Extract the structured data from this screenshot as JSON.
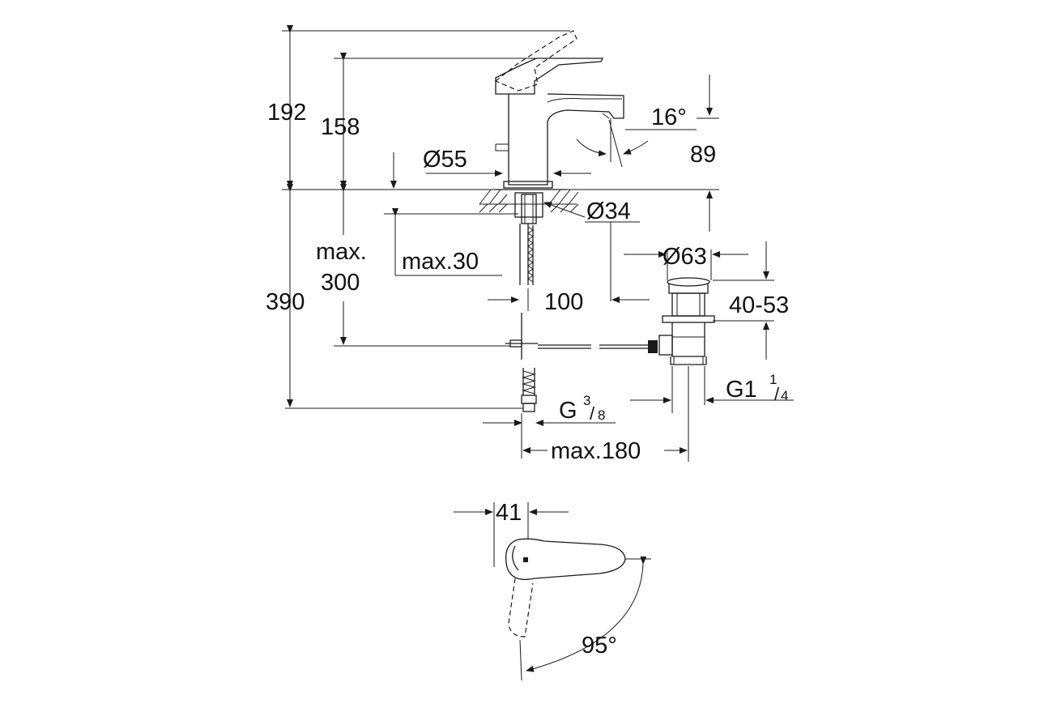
{
  "dimensions": {
    "total_height": "192",
    "spout_height": "158",
    "spout_angle": "16°",
    "spout_reach": "89",
    "base_diameter": "Ø55",
    "hole_diameter": "Ø34",
    "max_label": "max.",
    "max_hose": "300",
    "max_thickness": "max.30",
    "under_height": "390",
    "offset": "100",
    "waste_diameter": "Ø63",
    "waste_range": "40-53",
    "waste_thread": "G1",
    "waste_thread_num": "1",
    "waste_thread_den": "4",
    "hose_thread": "G",
    "hose_thread_num": "3",
    "hose_thread_den": "8",
    "max_rod": "max.180",
    "lever_width": "41",
    "lever_rotation": "95°"
  },
  "colors": {
    "line": "#1a1a1a",
    "background": "#ffffff"
  }
}
